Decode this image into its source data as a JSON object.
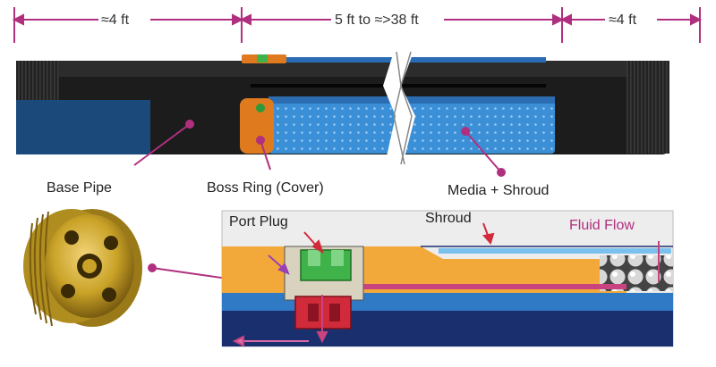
{
  "dimensions": {
    "left": "≈4 ft",
    "middle": "5 ft to ≈>38 ft",
    "right": "≈4 ft"
  },
  "labels": {
    "base_pipe": "Base Pipe",
    "boss_ring": "Boss Ring (Cover)",
    "media_shroud": "Media + Shroud",
    "port_plug": "Port Plug",
    "shroud": "Shroud",
    "fluid_flow": "Fluid Flow"
  },
  "colors": {
    "dimension_line": "#b0307f",
    "pointer": "#b0307f",
    "pipe_dark": "#1c1c1c",
    "pipe_blue": "#1b4a7a",
    "shroud_blue": "#3a8fd6",
    "boss_orange": "#e07a1f",
    "plug_gold": "#c9a227",
    "plug_green": "#3fb24a",
    "plug_red": "#d12a3a",
    "section_orange": "#f2a93a",
    "section_blue": "#2f79c5",
    "section_navy": "#1a2f6e"
  },
  "icons": {
    "port_plug_photo": "port-plug-icon",
    "break_mark": "pipe-break-icon"
  }
}
